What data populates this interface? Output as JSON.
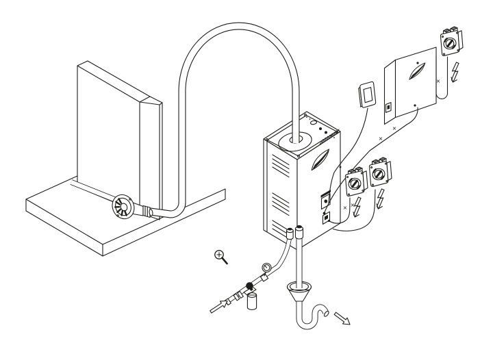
{
  "diagram": {
    "colors": {
      "background": "#ffffff",
      "ink": "#1d1d1b"
    },
    "connection_marks": [
      {
        "glyph": "×"
      },
      {
        "glyph": "×"
      },
      {
        "glyph": "×"
      },
      {
        "glyph": "×"
      },
      {
        "glyph": "×"
      }
    ],
    "arrows": [
      {
        "id": "water-inlet-flow-arrow"
      },
      {
        "id": "drain-outflow-arrow"
      }
    ],
    "components": [
      {
        "id": "shower-wall",
        "label": "wall corner with floor base"
      },
      {
        "id": "steam-head",
        "label": "wall-mounted steam head"
      },
      {
        "id": "steam-line",
        "label": "looped steam line from generator to steam head"
      },
      {
        "id": "steam-generator",
        "label": "steam generator cabinet"
      },
      {
        "id": "brand-logo",
        "label": "steam swirl logo"
      },
      {
        "id": "vent-louvers",
        "label": "side vent louvers"
      },
      {
        "id": "top-knockouts",
        "label": "top panel knockouts and vent grille"
      },
      {
        "id": "service-plates",
        "label": "side wiring connection plates"
      },
      {
        "id": "water-supply",
        "label": "water supply line with shutoff valve, strainer and pressure gauge"
      },
      {
        "id": "drain-assembly",
        "label": "drain line with air-gap funnel and trap"
      },
      {
        "id": "control-module",
        "label": "wall-mounted control module with power toggle"
      },
      {
        "id": "control-keypad",
        "label": "user keypad control"
      },
      {
        "id": "disconnect-switch",
        "label": "rotary disconnect switch (x3)"
      },
      {
        "id": "hazard-bolt",
        "label": "electrical supply lightning arrow (x3)"
      },
      {
        "id": "magnifier",
        "label": "zoom-in magnifier mark"
      }
    ]
  }
}
